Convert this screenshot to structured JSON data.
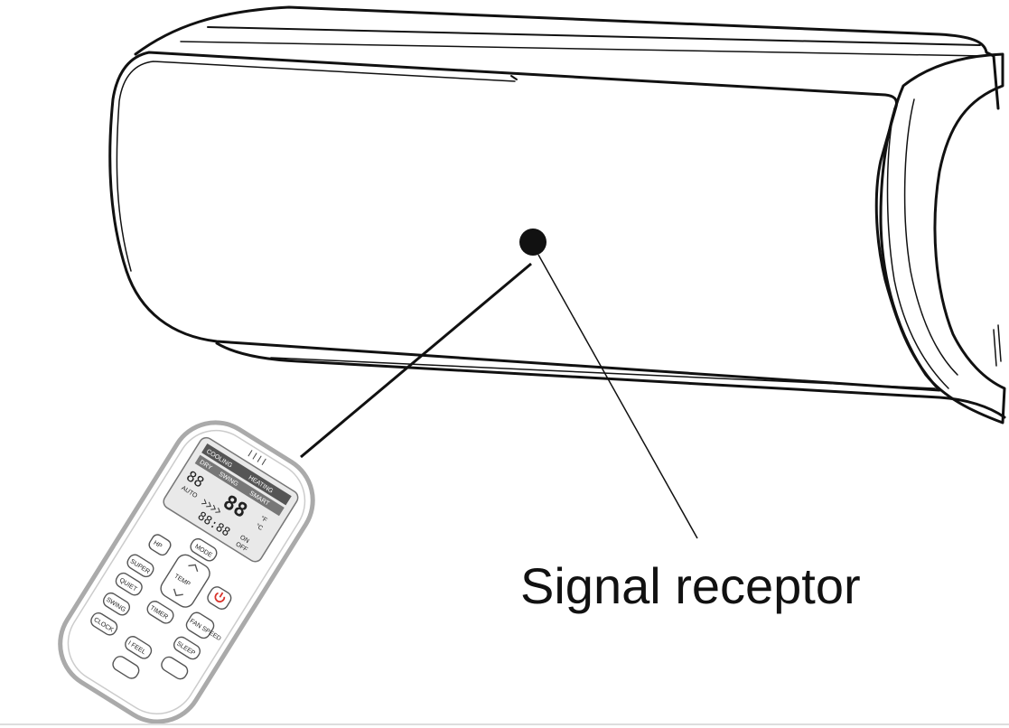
{
  "callout": {
    "label": "Signal receptor"
  },
  "remote": {
    "lcd_modes": [
      "COOLING",
      "HEATING",
      "DRY",
      "SWING",
      "SMART"
    ],
    "lcd_digits": [
      "88",
      "88",
      "88:88"
    ],
    "lcd_auto": "AUTO",
    "lcd_unit_c": "°C",
    "lcd_unit_f": "°F",
    "lcd_on": "ON",
    "lcd_off": "OFF",
    "buttons": {
      "mode": "MODE",
      "temp": "TEMP",
      "fan_speed": "FAN SPEED",
      "super": "SUPER",
      "quiet": "QUIET",
      "timer": "TIMER",
      "sleep": "SLEEP",
      "swing": "SWING",
      "clock": "CLOCK",
      "ifeel": "I FEEL"
    }
  },
  "colors": {
    "line": "#111111",
    "remote_outline": "#aaaaaa",
    "power_icon": "#d9322a"
  }
}
